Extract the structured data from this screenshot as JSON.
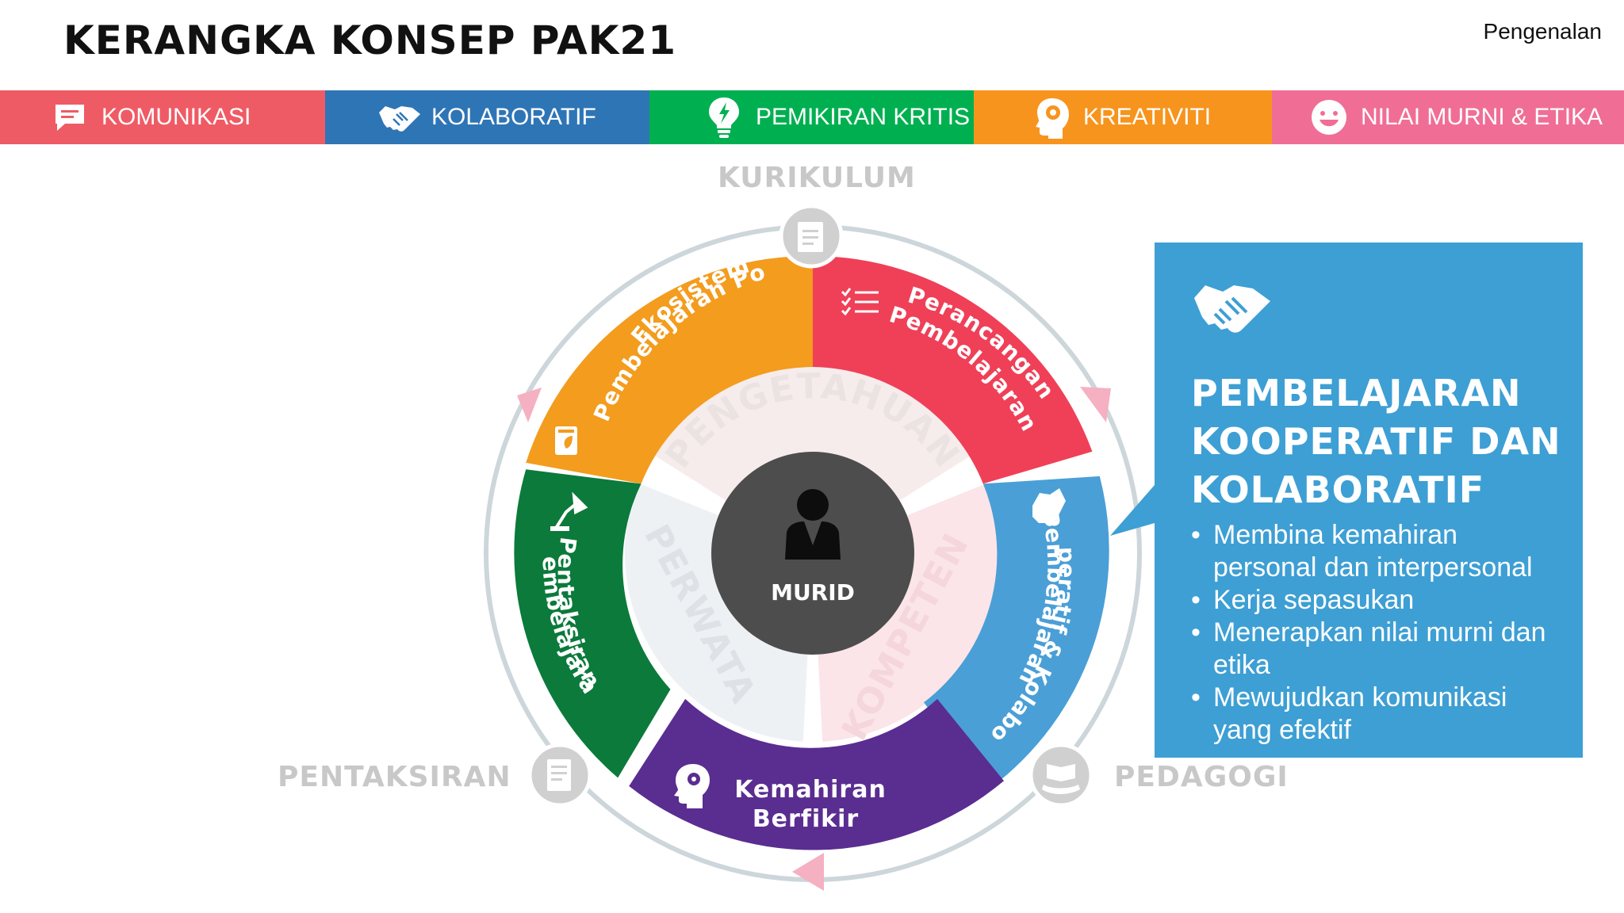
{
  "title": "KERANGKA KONSEP PAK21",
  "section_label": "Pengenalan",
  "topbar": [
    {
      "label": "KOMUNIKASI",
      "color": "#ef5b65",
      "icon": "chat-icon"
    },
    {
      "label": "KOLABORATIF",
      "color": "#2e75b6",
      "icon": "handshake-icon"
    },
    {
      "label": "PEMIKIRAN KRITIS",
      "color": "#00b050",
      "icon": "lightbulb-icon"
    },
    {
      "label": "KREATIVITI",
      "color": "#f7941d",
      "icon": "head-gear-icon"
    },
    {
      "label": "NILAI MURNI & ETIKA",
      "color": "#f06e96",
      "icon": "smiley-icon"
    }
  ],
  "diagram": {
    "center_label": "MURID",
    "outer_labels": {
      "top": "KURIKULUM",
      "bottom_left": "PENTAKSIRAN",
      "bottom_right": "PEDAGOGI"
    },
    "ring_segments": [
      {
        "label": "Ekosistem Pembelajaran Po",
        "color": "#f39c1e",
        "icon": "book-leaf-icon"
      },
      {
        "label": "Perancangan Pembelajaran",
        "color": "#ef4058",
        "icon": "checklist-icon"
      },
      {
        "label": "Pembelajaran Kooperatif & Kolaboratif",
        "color": "#4a9fd6",
        "icon": "handshake-icon"
      },
      {
        "label": "Kemahiran Berfikir",
        "color": "#5a2d91",
        "icon": "head-gear-icon"
      },
      {
        "label": "Pentaksiran Pembelajaran",
        "color": "#0b7a3b",
        "icon": "desk-lamp-icon"
      }
    ],
    "inner_segments": [
      {
        "label": "PENGETAHUAN"
      },
      {
        "label": "KOMPETEN"
      },
      {
        "label": "PERWATA"
      }
    ]
  },
  "callout": {
    "icon": "handshake-icon",
    "title_lines": [
      "PEMBELAJARAN",
      "KOOPERATIF DAN",
      "KOLABORATIF"
    ],
    "bullets": [
      "Membina kemahiran personal dan interpersonal",
      "Kerja sepasukan",
      "Menerapkan nilai murni dan etika",
      "Mewujudkan komunikasi yang efektif"
    ]
  }
}
